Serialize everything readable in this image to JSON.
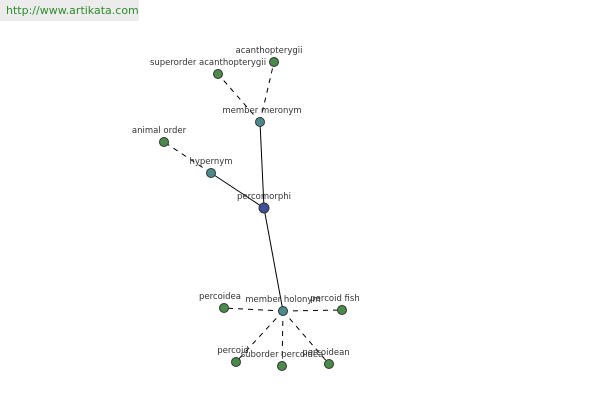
{
  "source_link": "http://www.artikata.com",
  "colors": {
    "leaf": "#4a8a4a",
    "relation": "#4a8a8a",
    "center": "#3f4f9a",
    "stroke": "#333333"
  },
  "diagram": {
    "nodes": [
      {
        "id": "perciformes",
        "label": "percomorphi",
        "kind": "center"
      },
      {
        "id": "member-meronym",
        "label": "member meronym",
        "kind": "relation"
      },
      {
        "id": "hypernym",
        "label": "hypernym",
        "kind": "relation"
      },
      {
        "id": "member-holonym",
        "label": "member holonym",
        "kind": "relation"
      },
      {
        "id": "acanthopterygii",
        "label": "acanthopterygii",
        "kind": "leaf"
      },
      {
        "id": "superorder-acanthopterygii",
        "label": "superorder acanthopterygii",
        "kind": "leaf"
      },
      {
        "id": "animal-order",
        "label": "animal order",
        "kind": "leaf"
      },
      {
        "id": "percoidea",
        "label": "percoidea",
        "kind": "leaf"
      },
      {
        "id": "percoid-fish",
        "label": "percoid fish",
        "kind": "leaf"
      },
      {
        "id": "percoid",
        "label": "percoid",
        "kind": "leaf"
      },
      {
        "id": "suborder-percoidea",
        "label": "suborder percoidea",
        "kind": "leaf"
      },
      {
        "id": "percoidean",
        "label": "percoidean",
        "kind": "leaf"
      }
    ],
    "edges": [
      {
        "from": "perciformes",
        "to": "member-meronym",
        "style": "solid"
      },
      {
        "from": "perciformes",
        "to": "hypernym",
        "style": "solid"
      },
      {
        "from": "perciformes",
        "to": "member-holonym",
        "style": "solid"
      },
      {
        "from": "member-meronym",
        "to": "acanthopterygii",
        "style": "dashed"
      },
      {
        "from": "member-meronym",
        "to": "superorder-acanthopterygii",
        "style": "dashed"
      },
      {
        "from": "hypernym",
        "to": "animal-order",
        "style": "dashed"
      },
      {
        "from": "member-holonym",
        "to": "percoidea",
        "style": "dashed"
      },
      {
        "from": "member-holonym",
        "to": "percoid-fish",
        "style": "dashed"
      },
      {
        "from": "member-holonym",
        "to": "percoid",
        "style": "dashed"
      },
      {
        "from": "member-holonym",
        "to": "suborder-percoidea",
        "style": "dashed"
      },
      {
        "from": "member-holonym",
        "to": "percoidean",
        "style": "dashed"
      }
    ]
  }
}
